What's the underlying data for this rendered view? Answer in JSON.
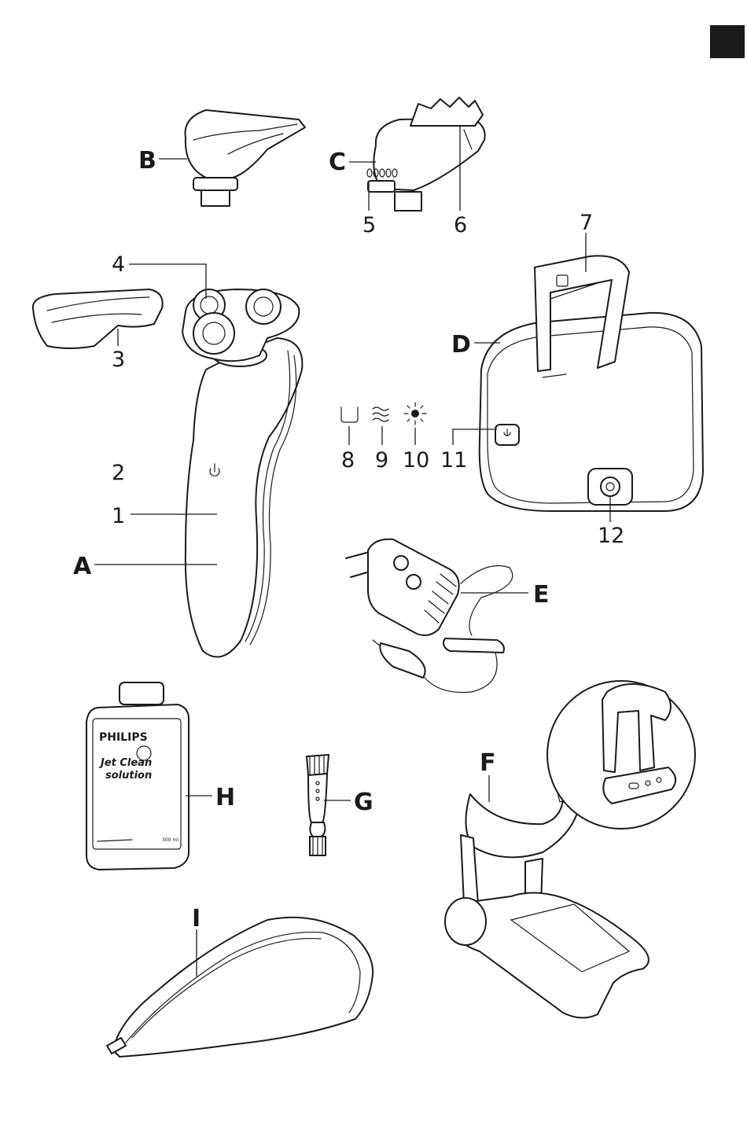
{
  "part_labels": {
    "A": "A",
    "B": "B",
    "C": "C",
    "D": "D",
    "E": "E",
    "F": "F",
    "G": "G",
    "H": "H",
    "I": "I"
  },
  "number_labels": {
    "n1": "1",
    "n2": "2",
    "n3": "3",
    "n4": "4",
    "n5": "5",
    "n6": "6",
    "n7": "7",
    "n8": "8",
    "n9": "9",
    "n10": "10",
    "n11": "11",
    "n12": "12"
  },
  "bottle": {
    "brand": "PHILIPS",
    "line1": "Jet Clean",
    "line2": "solution",
    "volume": "300 ml"
  },
  "icons": {
    "tray": "tray-icon",
    "waves": "waves-icon",
    "sun": "sun-icon",
    "power": "power-icon"
  }
}
